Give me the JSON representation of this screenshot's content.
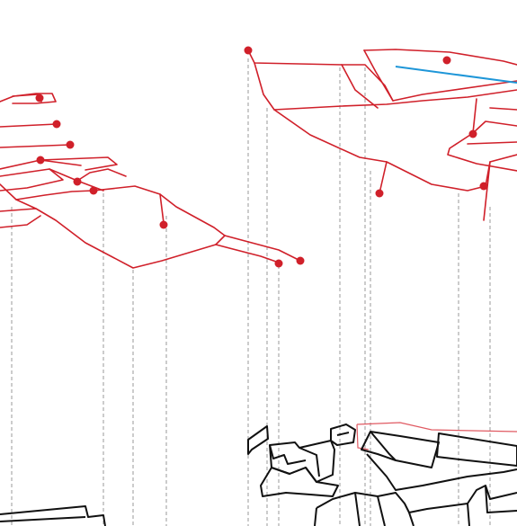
{
  "diagram": {
    "background": "#ffffff",
    "colors": {
      "network": "#d0202a",
      "node": "#d0202a",
      "projection": "#9a9a9a",
      "building": "#111111",
      "highlight": "#1e96d8",
      "building_faint": "#e05a62"
    },
    "layers": [
      "upper-network-left",
      "upper-network-right",
      "projection-lines",
      "building-blocks"
    ]
  }
}
